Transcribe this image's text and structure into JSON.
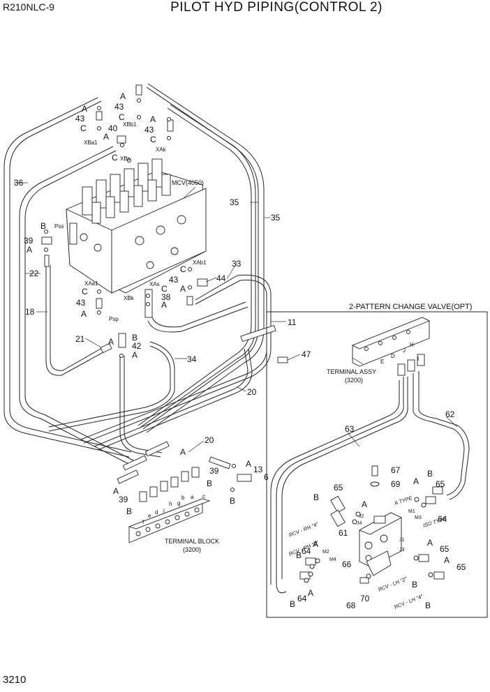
{
  "header": {
    "model": "R210NLC-9",
    "title": "PILOT HYD PIPING(CONTROL 2)"
  },
  "page_number": "3210",
  "assemblies": {
    "mcv": "MCV(4050)",
    "terminal_block_name": "TERMINAL BLOCK",
    "terminal_block_code": "(3200)",
    "terminal_assy_name": "TERMINAL ASSY",
    "terminal_assy_code": "(3200)",
    "option_box_title": "2-PATTERN CHANGE VALVE(OPT)"
  },
  "ports": {
    "pss": "Pss",
    "psp": "Psp",
    "xba1": "XBa1",
    "xbs": "XBs",
    "xbb1": "XBb1",
    "xak": "XAk",
    "xab1": "XAb1",
    "xas": "XAs",
    "xbk": "XBk",
    "xaa1": "XAa1",
    "j": "J",
    "h": "H",
    "d": "D",
    "e": "E",
    "i": "I",
    "a_type": "A TYPE",
    "iso_type": "ISO TYPE",
    "m1": "M1",
    "m2": "M2",
    "m3": "M3",
    "m4": "M4",
    "j1": "J1",
    "j2": "J2",
    "j3": "J3",
    "j4": "J4",
    "tb_f": "f",
    "tb_e": "e",
    "tb_d": "d",
    "tb_i": "i",
    "tb_h": "h",
    "tb_g": "g",
    "tb_b": "b",
    "tb_a": "a",
    "tb_c": "c"
  },
  "rcv": {
    "rh4": "RCV - RH  \"4\"",
    "rh2": "RCV - RH  \"2\"",
    "lh2": "RCV - LH  \"2\"",
    "lh4": "RCV - LH  \"4\""
  },
  "callouts": {
    "a": "A",
    "b": "B",
    "c": "C",
    "p6": "6",
    "p11": "11",
    "p13": "13",
    "p18": "18",
    "p20": "20",
    "p21": "21",
    "p22": "22",
    "p33": "33",
    "p34": "34",
    "p35": "35",
    "p36": "36",
    "p38": "38",
    "p39": "39",
    "p40": "40",
    "p42": "42",
    "p43": "43",
    "p44": "44",
    "p47": "47",
    "p61": "61",
    "p62": "62",
    "p63": "63",
    "p64": "64",
    "p65": "65",
    "p66": "66",
    "p67": "67",
    "p68": "68",
    "p69": "69",
    "p70": "70"
  }
}
